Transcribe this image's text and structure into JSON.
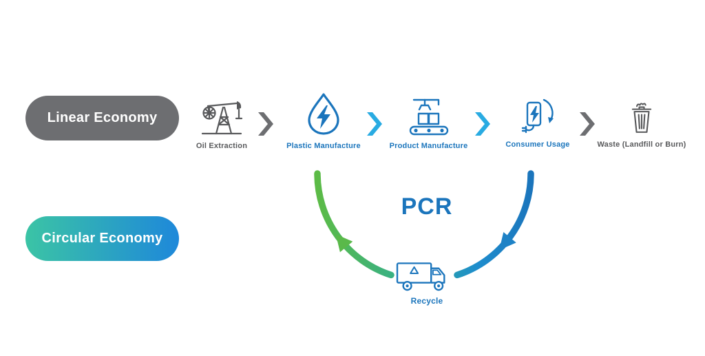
{
  "colors": {
    "gray_pill": "#6d6e71",
    "gray_icon": "#58595b",
    "blue": "#1b75bc",
    "light_blue": "#29abe2",
    "green": "#5cbb46",
    "teal": "#2fae93",
    "circular_gradient_start": "#3bc4a5",
    "circular_gradient_end": "#1e88da"
  },
  "linear_economy": {
    "label": "Linear Economy"
  },
  "circular_economy": {
    "label": "Circular Economy"
  },
  "stages": [
    {
      "label": "Oil Extraction",
      "icon": "oil-pump-icon",
      "theme": "gray"
    },
    {
      "label": "Plastic Manufacture",
      "icon": "plastic-drop-icon",
      "theme": "blue"
    },
    {
      "label": "Product Manufacture",
      "icon": "product-conveyor-icon",
      "theme": "blue"
    },
    {
      "label": "Consumer Usage",
      "icon": "consumer-device-icon",
      "theme": "blue"
    },
    {
      "label": "Waste (Landfill or Burn)",
      "icon": "waste-bin-icon",
      "theme": "gray"
    }
  ],
  "connectors": [
    {
      "color": "#6d6e71"
    },
    {
      "color": "#29abe2"
    },
    {
      "color": "#29abe2"
    },
    {
      "color": "#6d6e71"
    }
  ],
  "pcr": {
    "label": "PCR"
  },
  "recycle": {
    "label": "Recycle",
    "icon": "recycle-truck-icon"
  }
}
